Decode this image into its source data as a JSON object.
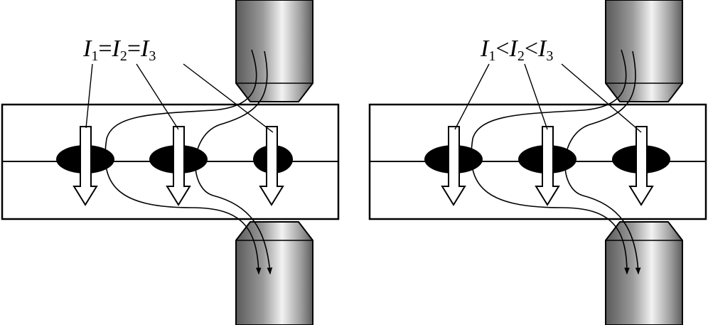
{
  "left_panel": {
    "terms": [
      {
        "var": "I",
        "sub": "1"
      },
      {
        "var": "I",
        "sub": "2"
      },
      {
        "var": "I",
        "sub": "3"
      }
    ],
    "ops": [
      "=",
      "="
    ]
  },
  "right_panel": {
    "terms": [
      {
        "var": "I",
        "sub": "1"
      },
      {
        "var": "I",
        "sub": "2"
      },
      {
        "var": "I",
        "sub": "3"
      }
    ],
    "ops": [
      "<",
      "<"
    ]
  }
}
